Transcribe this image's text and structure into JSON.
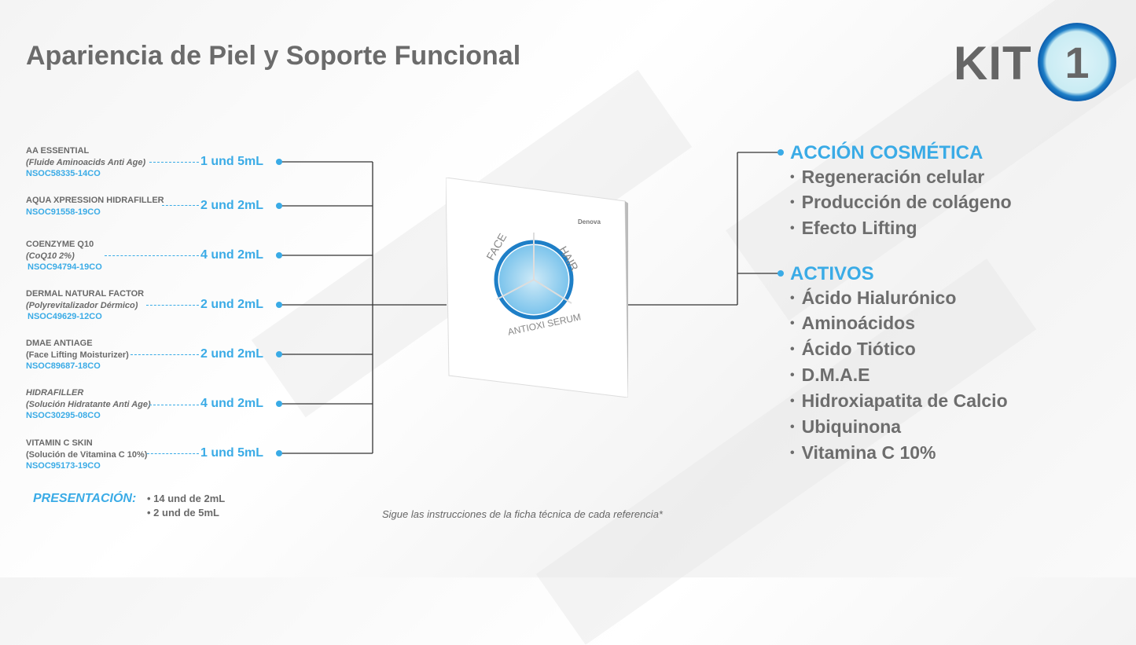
{
  "title": "Apariencia de Piel y Soporte Funcional",
  "kit": {
    "label": "KIT",
    "number": "1"
  },
  "products": [
    {
      "name": "AA ESSENTIAL",
      "desc": "(Fluide Aminoacids Anti Age)",
      "code": "NSOC58335-14CO",
      "qty": "1 und 5mL"
    },
    {
      "name": "AQUA XPRESSION HIDRAFILLER",
      "desc": "",
      "code": "NSOC91558-19CO",
      "qty": "2 und 2mL"
    },
    {
      "name": "COENZYME Q10",
      "desc": "(CoQ10 2%)",
      "code": "NSOC94794-19CO",
      "qty": "4 und 2mL"
    },
    {
      "name": "DERMAL NATURAL FACTOR",
      "desc": "(Polyrevitalizador Dérmico)",
      "code": "NSOC49629-12CO",
      "qty": "2 und 2mL"
    },
    {
      "name": "DMAE ANTIAGE",
      "desc": "(Face Lifting Moisturizer)",
      "code": "NSOC89687-18CO",
      "qty": "2 und 2mL"
    },
    {
      "name": "HIDRAFILLER",
      "desc": "(Solución Hidratante Anti Age)",
      "code": "NSOC30295-08CO",
      "qty": "4 und 2mL"
    },
    {
      "name": "VITAMIN C SKIN",
      "desc": "(Solución de Vitamina C 10%)",
      "code": "NSOC95173-19CO",
      "qty": "1 und 5mL"
    }
  ],
  "presentation": {
    "label": "PRESENTACIÓN:",
    "items": [
      "14 und de 2mL",
      "2 und de 5mL"
    ]
  },
  "note": "Sigue las instrucciones de la ficha técnica de cada referencia*",
  "product_box": {
    "brand": "Denova",
    "left": "FACE",
    "right": "HAIR",
    "bottom": "ANTIOXI SERUM"
  },
  "accion": {
    "heading": "ACCIÓN COSMÉTICA",
    "items": [
      "Regeneración celular",
      "Producción de colágeno",
      "Efecto Lifting"
    ]
  },
  "activos": {
    "heading": "ACTIVOS",
    "items": [
      "Ácido Hialurónico",
      "Aminoácidos",
      "Ácido Tiótico",
      "D.M.A.E",
      "Hidroxiapatita de Calcio",
      "Ubiquinona",
      "Vitamina C 10%"
    ]
  },
  "colors": {
    "accent": "#3aabe6",
    "text": "#6b6b6b"
  }
}
